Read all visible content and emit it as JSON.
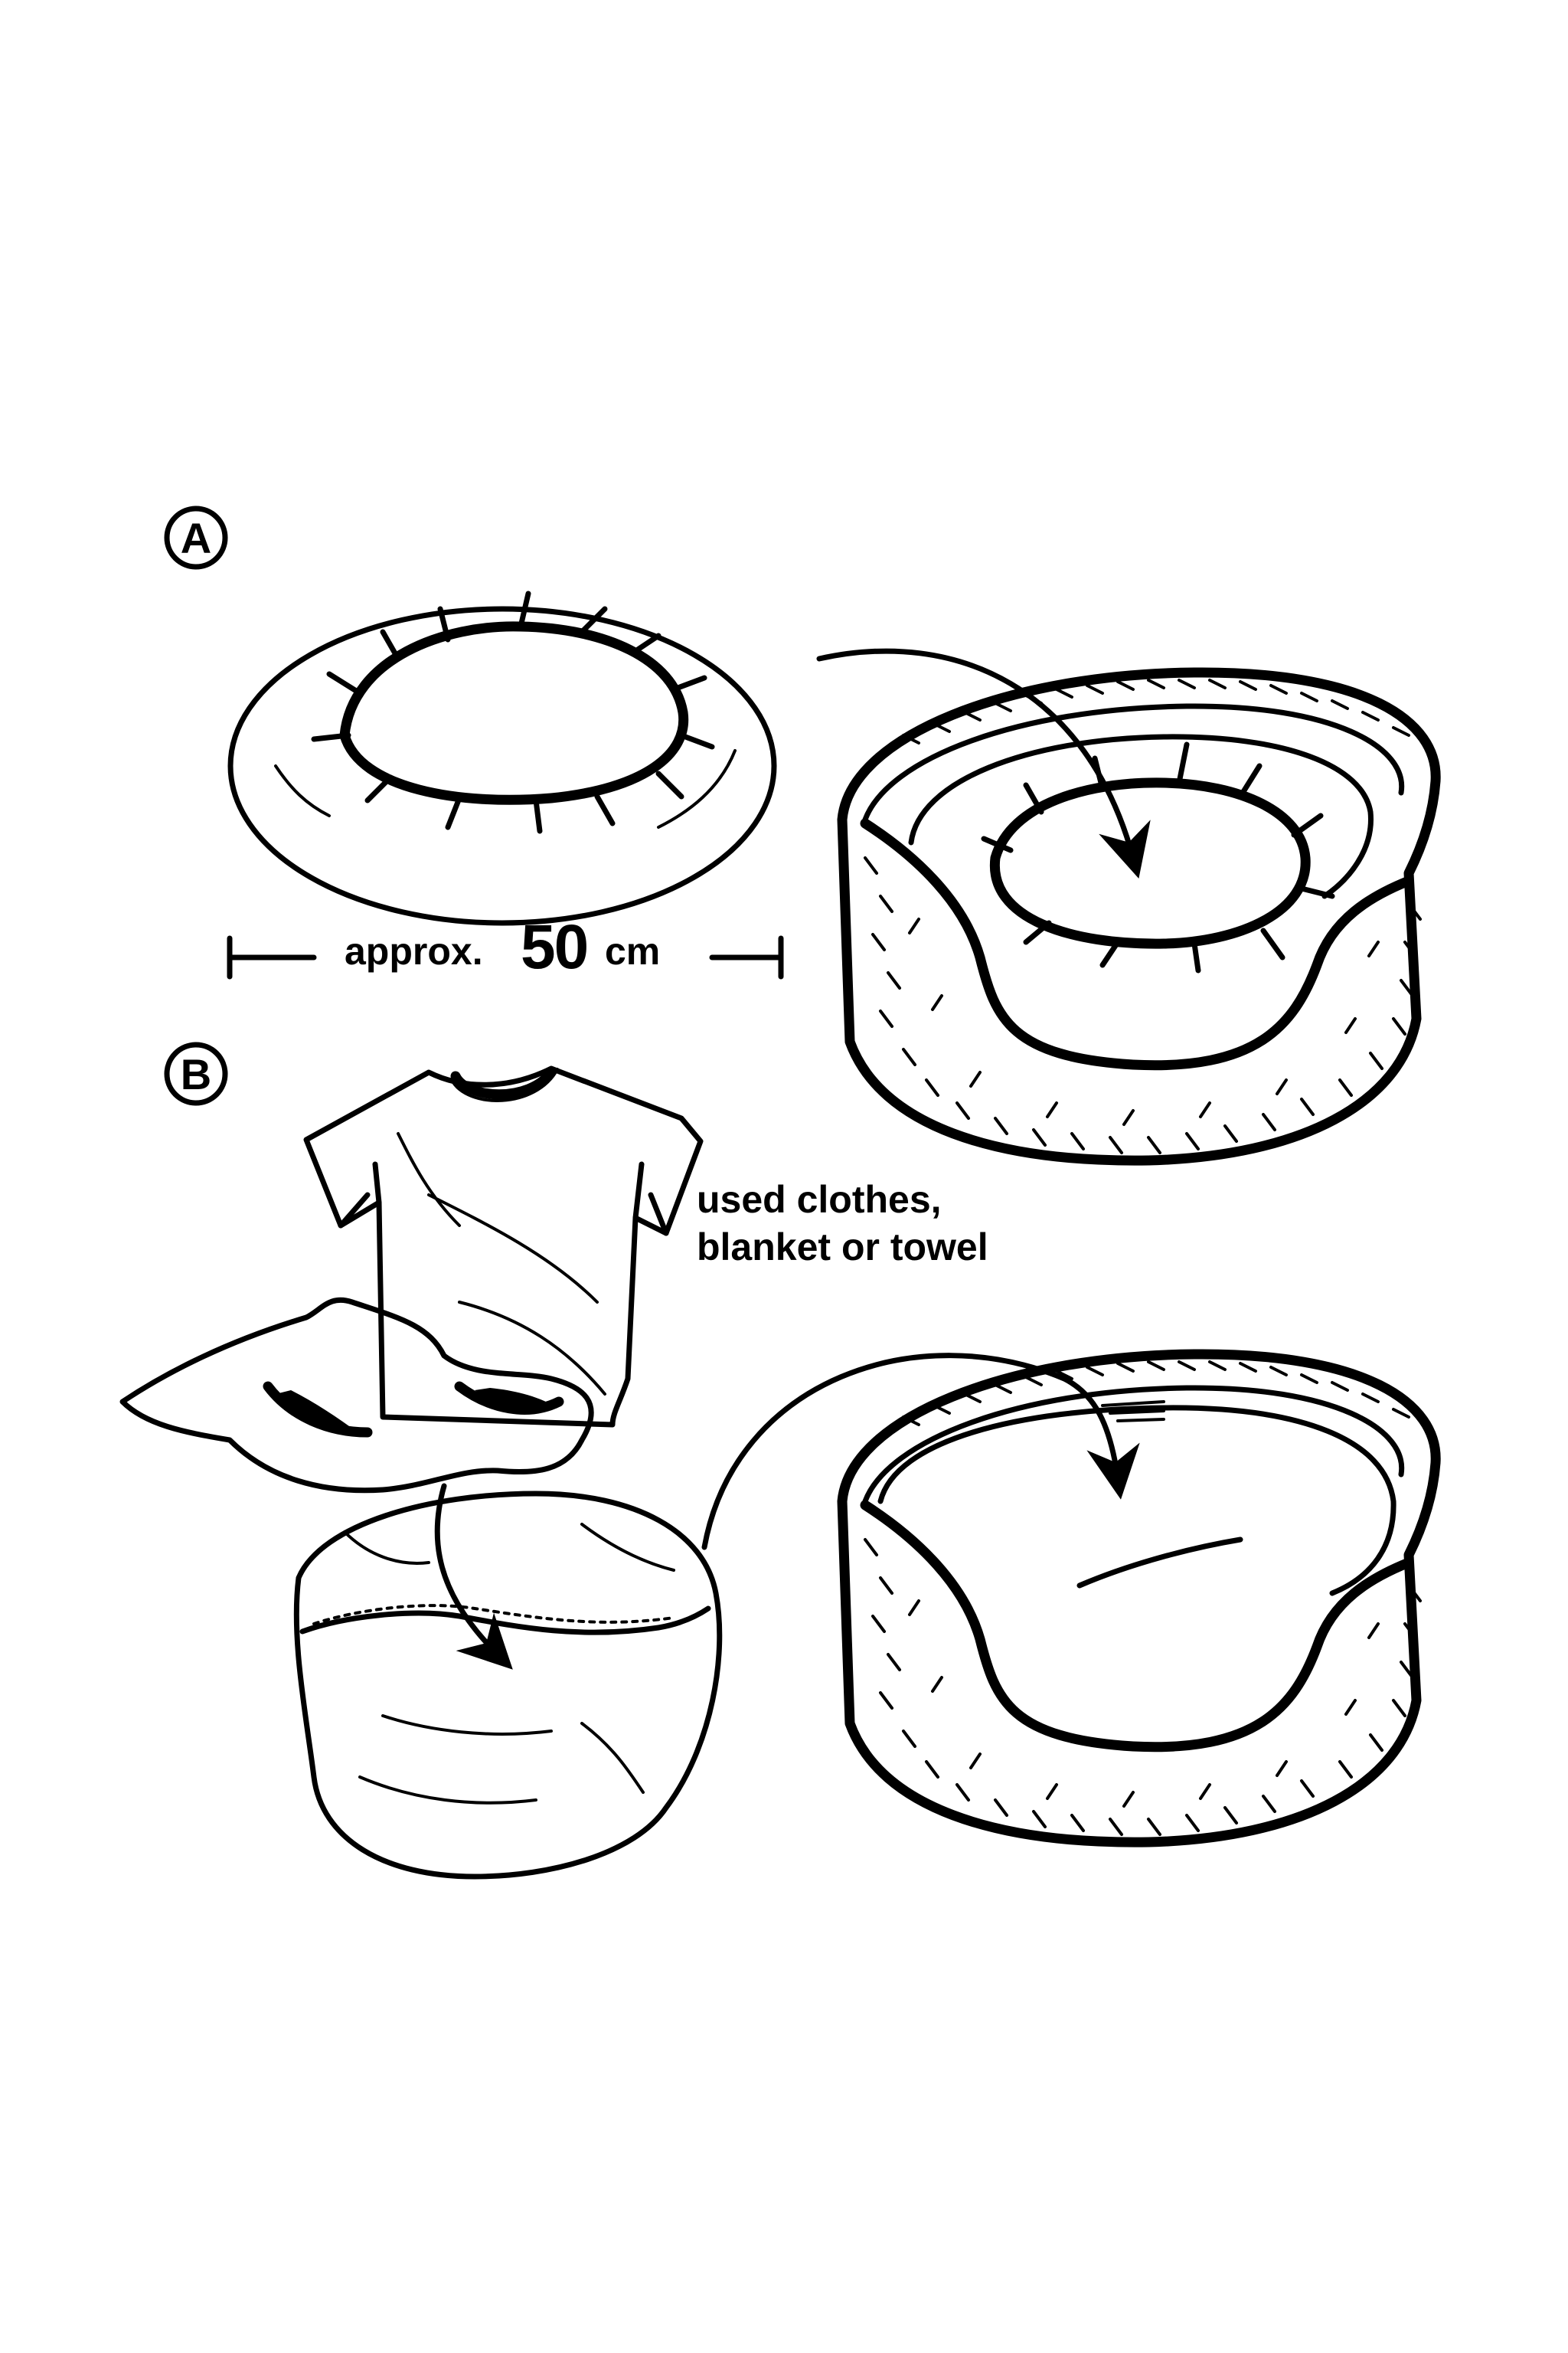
{
  "step_a": {
    "label": "A"
  },
  "step_b": {
    "label": "B"
  },
  "dimension": {
    "prefix": "approx.",
    "value": "50",
    "unit": "cm"
  },
  "materials_caption": {
    "line1": "used clothes,",
    "line2": "blanket or towel"
  }
}
